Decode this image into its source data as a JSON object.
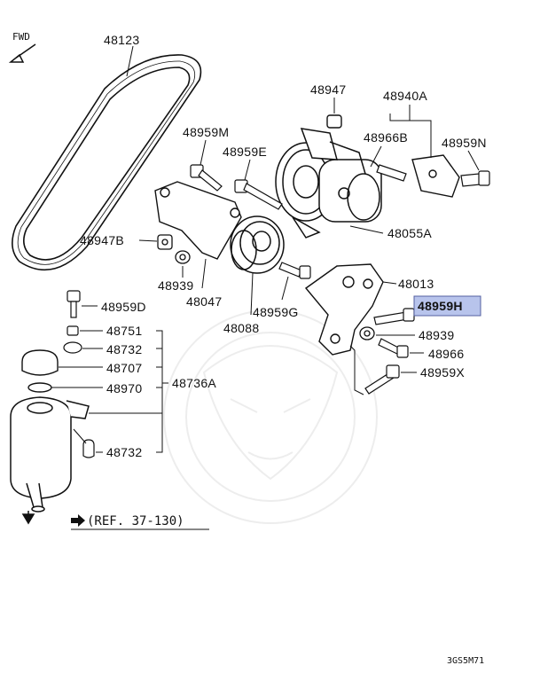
{
  "fwd_label": "FWD",
  "ref_label": "(REF. 37-130)",
  "diagram_code": "3GS5M71",
  "highlight_color": "#b8c4ec",
  "highlight_border": "#5560a0",
  "parts": {
    "p48123": "48123",
    "p48947_top": "48947",
    "p48940A": "48940A",
    "p48959M": "48959M",
    "p48966B": "48966B",
    "p48959N": "48959N",
    "p48959E": "48959E",
    "p48055A": "48055A",
    "p48947B": "48947B",
    "p48013": "48013",
    "p48959H": "48959H",
    "p48939_left": "48939",
    "p48047": "48047",
    "p48959G": "48959G",
    "p48088": "48088",
    "p48939_right": "48939",
    "p48966": "48966",
    "p48959X": "48959X",
    "p48959D": "48959D",
    "p48751": "48751",
    "p48732_top": "48732",
    "p48707": "48707",
    "p48970": "48970",
    "p48736A": "48736A",
    "p48732_bottom": "48732"
  }
}
